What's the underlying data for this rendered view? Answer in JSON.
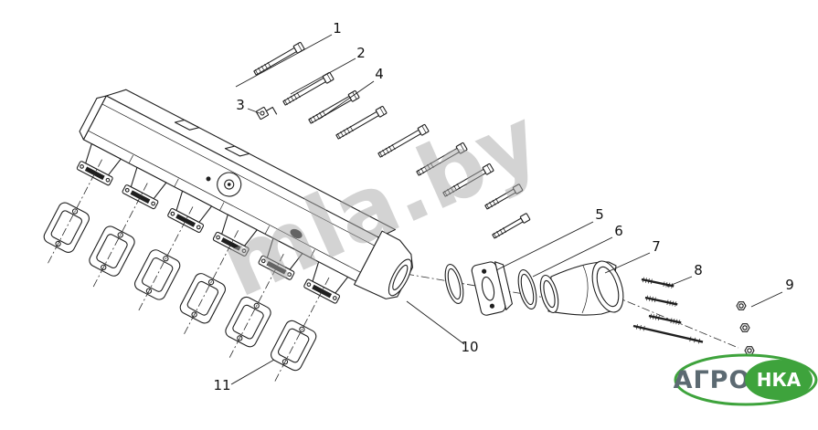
{
  "watermark": {
    "text": "mla.by"
  },
  "logo": {
    "brand": "АГРО",
    "badge": "НКА",
    "green": "#3ea33c",
    "text_color": "#5c6a72"
  },
  "callouts": [
    {
      "label": "1"
    },
    {
      "label": "2"
    },
    {
      "label": "3"
    },
    {
      "label": "4"
    },
    {
      "label": "5"
    },
    {
      "label": "6"
    },
    {
      "label": "7"
    },
    {
      "label": "8"
    },
    {
      "label": "9"
    },
    {
      "label": "10"
    },
    {
      "label": "11"
    }
  ]
}
